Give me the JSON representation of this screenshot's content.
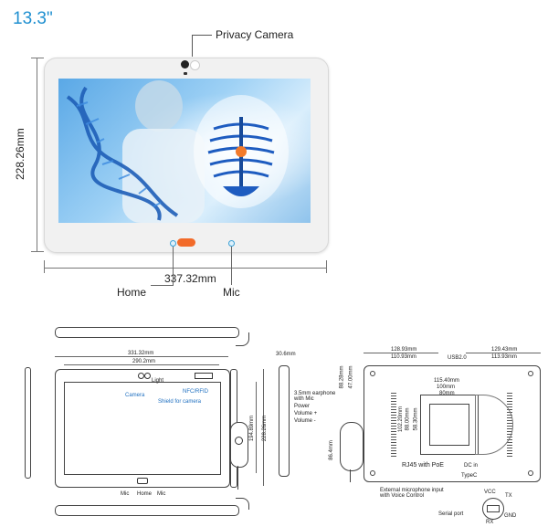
{
  "header": {
    "title": "13.3\""
  },
  "top_view": {
    "privacy_camera": "Privacy Camera",
    "height": "228.26mm",
    "width": "337.32mm",
    "home": "Home",
    "mic": "Mic"
  },
  "front_drawing": {
    "dim_overall_w": "331.32mm",
    "dim_screen_w": "290.2mm",
    "light": "Light",
    "camera": "Camera",
    "shield": "Shield for camera",
    "nfc": "NFC/RFID",
    "dim_h1": "194.89mm",
    "dim_h2": "228.26mm",
    "dim_depth": "30.6mm",
    "earphone": "3.5mm earphone with Mic",
    "power": "Power",
    "vol_up": "Volume +",
    "vol_down": "Volume -",
    "mic_l": "Mic",
    "home_b": "Home",
    "mic_r": "Mic"
  },
  "rear_drawing": {
    "dim_a": "128.93mm",
    "dim_b": "110.93mm",
    "usb": "USB2.0",
    "dim_c": "129.43mm",
    "dim_d": "113.93mm",
    "dim_e": "88.28mm",
    "dim_f": "47.00mm",
    "dim_g": "115.40mm",
    "dim_h": "100mm",
    "dim_i": "80mm",
    "dim_j": "102.20mm",
    "dim_k": "88.00mm",
    "dim_l": "58.30mm",
    "dim_m": "86.4mm",
    "rj45": "RJ45 with PoE",
    "dc": "DC in",
    "typec": "TypeC",
    "ext_mic": "External microphone input with Voice Control",
    "serial": "Serial port",
    "vcc": "VCC",
    "tx": "TX",
    "gnd": "GND",
    "rx": "RX"
  }
}
